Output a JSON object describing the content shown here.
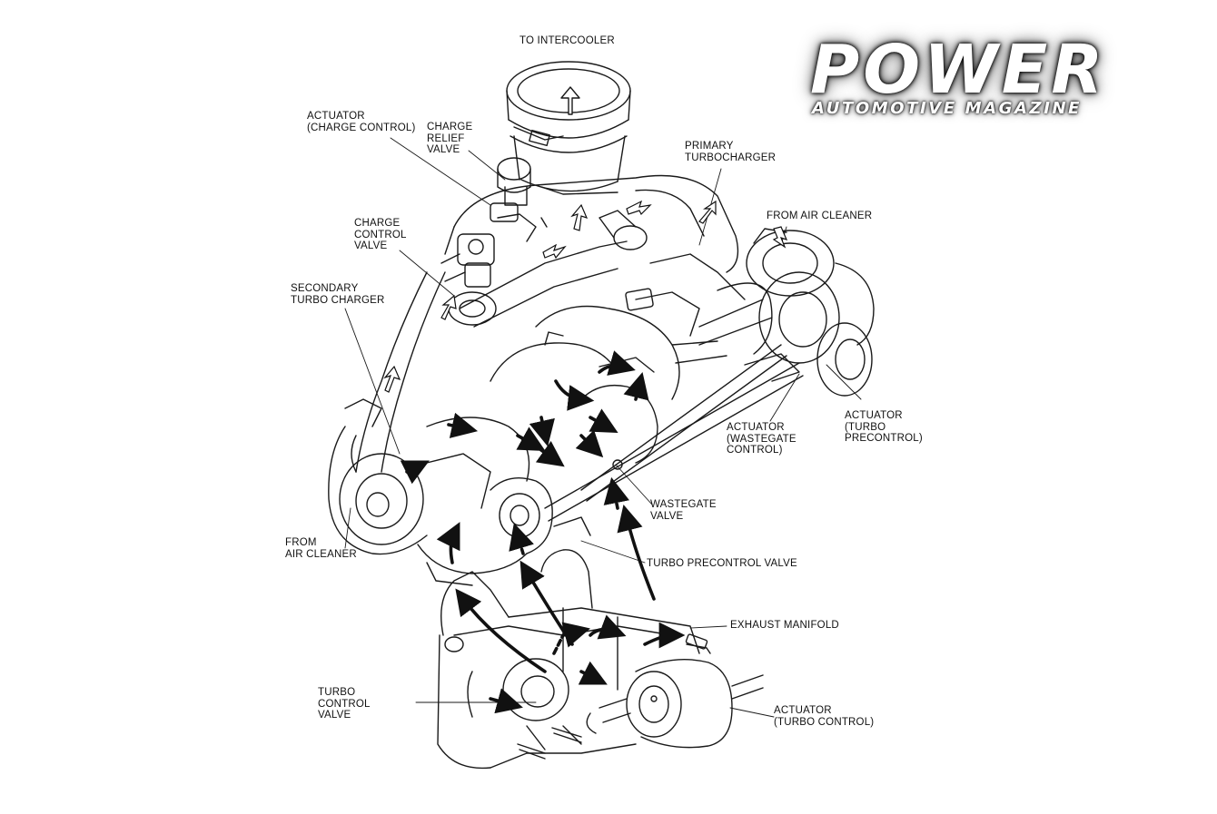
{
  "logo": {
    "title": "POWER",
    "subtitle": "AUTOMOTIVE MAGAZINE"
  },
  "labels": {
    "to_intercooler": "TO INTERCOOLER",
    "actuator_charge_control": "ACTUATOR\n(CHARGE CONTROL)",
    "charge_relief_valve": "CHARGE\nRELIEF\nVALVE",
    "primary_turbocharger": "PRIMARY\nTURBOCHARGER",
    "from_air_cleaner_right": "FROM AIR CLEANER",
    "charge_control_valve": "CHARGE\nCONTROL\nVALVE",
    "secondary_turbo_charger": "SECONDARY\nTURBO CHARGER",
    "actuator_turbo_precontrol": "ACTUATOR\n(TURBO\nPRECONTROL)",
    "actuator_wastegate_control": "ACTUATOR\n(WASTEGATE\nCONTROL)",
    "wastegate_valve": "WASTEGATE\nVALVE",
    "from_air_cleaner_left": "FROM\nAIR CLEANER",
    "turbo_precontrol_valve": "TURBO PRECONTROL VALVE",
    "exhaust_manifold": "EXHAUST MANIFOLD",
    "turbo_control_valve": "TURBO\nCONTROL\nVALVE",
    "actuator_turbo_control": "ACTUATOR\n(TURBO CONTROL)"
  },
  "colors": {
    "line": "#1a1a1a",
    "background": "#ffffff"
  }
}
